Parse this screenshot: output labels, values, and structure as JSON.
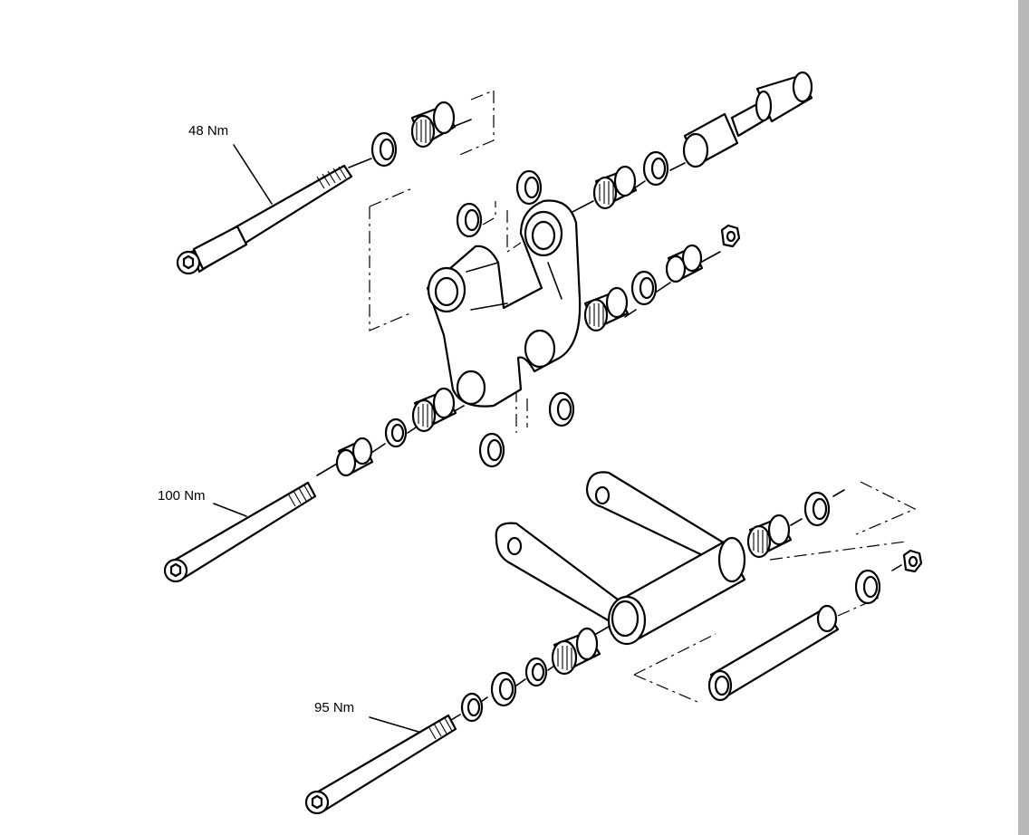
{
  "labels": {
    "torque_top": "48 Nm",
    "torque_middle": "100 Nm",
    "torque_bottom": "95 Nm"
  },
  "colors": {
    "line": "#000000",
    "background": "#ffffff",
    "scrollbar": "#b8b8b8"
  }
}
